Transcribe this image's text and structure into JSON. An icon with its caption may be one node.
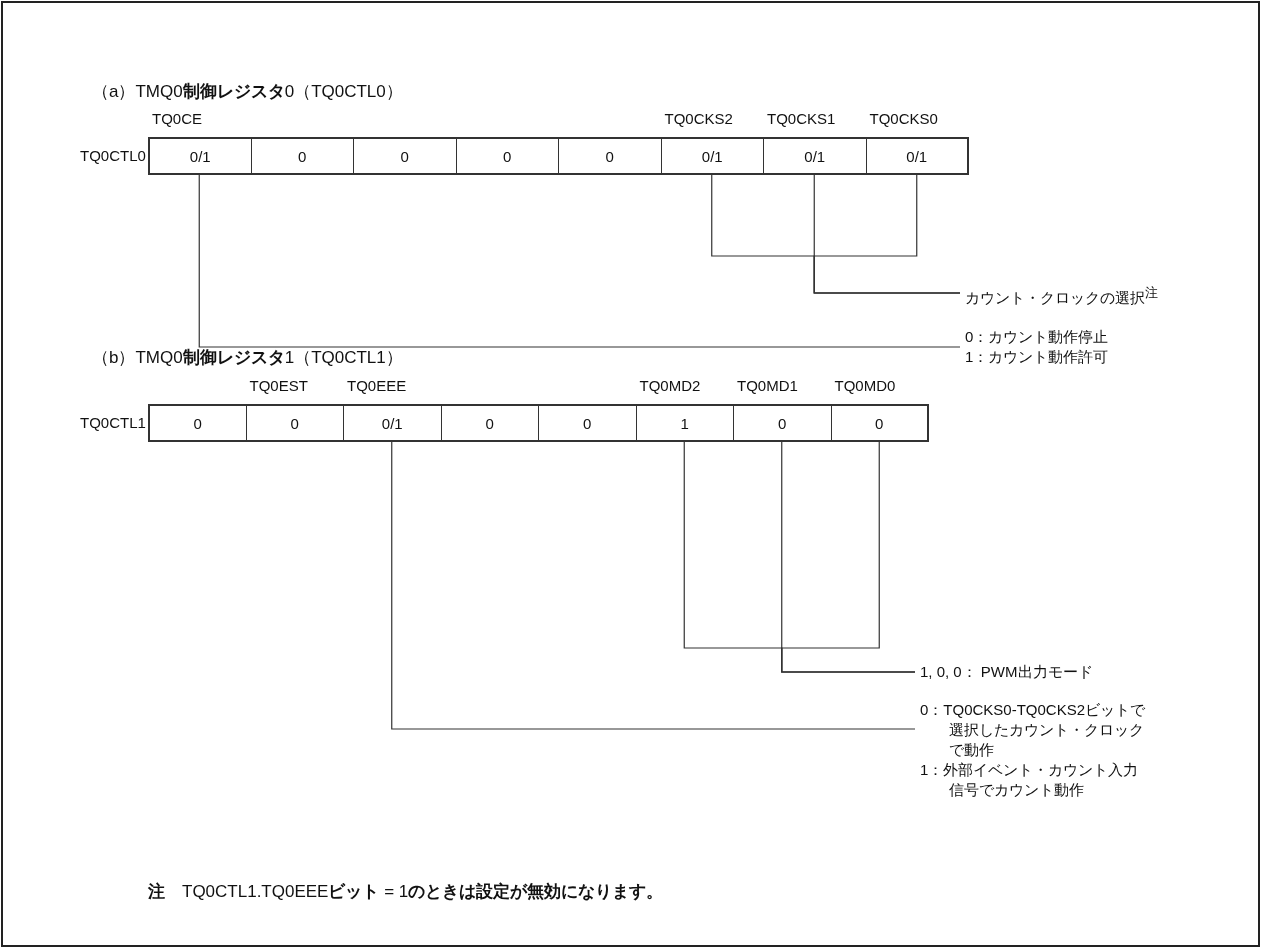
{
  "diagram": {
    "nodes": [
      {
        "text": [
          "TQ0CTL0"
        ]
      },
      {
        "text": [
          "0/1"
        ],
        "in": 0,
        "beside": [
          "TQ0CE"
        ]
      },
      {
        "text": [
          "0"
        ],
        "in": 0
      },
      {
        "text": [
          "0"
        ],
        "in": 0
      },
      {
        "text": [
          "0"
        ],
        "in": 0
      },
      {
        "text": [
          "0"
        ],
        "in": 0
      },
      {
        "text": [
          "0/1"
        ],
        "in": 0,
        "beside": [
          "TQ0CKS2"
        ]
      },
      {
        "text": [
          "0/1"
        ],
        "in": 0,
        "beside": [
          "TQ0CKS1"
        ]
      },
      {
        "text": [
          "0/1"
        ],
        "in": 0,
        "beside": [
          "TQ0CKS0"
        ]
      },
      {
        "text": [
          "カウント・クロックの選択$^{注}$"
        ]
      },
      {
        "text": [
          "0：カウント動作停止",
          "1：カウント動作許可"
        ]
      },
      {
        "text": [
          "TQ0CTL1"
        ]
      },
      {
        "text": [
          "0"
        ],
        "in": 11
      },
      {
        "text": [
          "0"
        ],
        "in": 11,
        "beside": [
          "TQ0EST"
        ]
      },
      {
        "text": [
          "0/1"
        ],
        "in": 11,
        "beside": [
          "TQ0EEE"
        ]
      },
      {
        "text": [
          "0"
        ],
        "in": 11
      },
      {
        "text": [
          "0"
        ],
        "in": 11
      },
      {
        "text": [
          "1"
        ],
        "in": 11,
        "beside": [
          "TQ0MD2"
        ]
      },
      {
        "text": [
          "0"
        ],
        "in": 11,
        "beside": [
          "TQ0MD1"
        ]
      },
      {
        "text": [
          "0"
        ],
        "in": 11,
        "beside": [
          "TQ0MD0"
        ]
      },
      {
        "text": [
          "1, 0, 0： PWM出力モード"
        ]
      },
      {
        "text": [
          "0：TQ0CKS0-TQ0CKS2ビットで選択したカウント・クロックで動作",
          "1：外部イベント・カウント入力信号でカウント動作"
        ]
      }
    ],
    "edges": [
      {
        "from": 6,
        "to": 9,
        "arrow": "none"
      },
      {
        "from": 7,
        "to": 9,
        "arrow": "none"
      },
      {
        "from": 8,
        "to": 9,
        "arrow": "none"
      },
      {
        "from": 1,
        "to": 10,
        "arrow": "none"
      },
      {
        "from": 17,
        "to": 20,
        "arrow": "none"
      },
      {
        "from": 18,
        "to": 20,
        "arrow": "none"
      },
      {
        "from": 19,
        "to": 20,
        "arrow": "none"
      },
      {
        "from": 14,
        "to": 21,
        "arrow": "none"
      }
    ],
    "labels": [
      "（a）TMQ0**制御レジスタ**0（TQ0CTL0）",
      "（b）TMQ0**制御レジスタ**1（TQ0CTL1）",
      "**注**　TQ0CTL1.TQ0EEE**ビット** = 1**のときは設定が無効になります。**"
    ]
  }
}
